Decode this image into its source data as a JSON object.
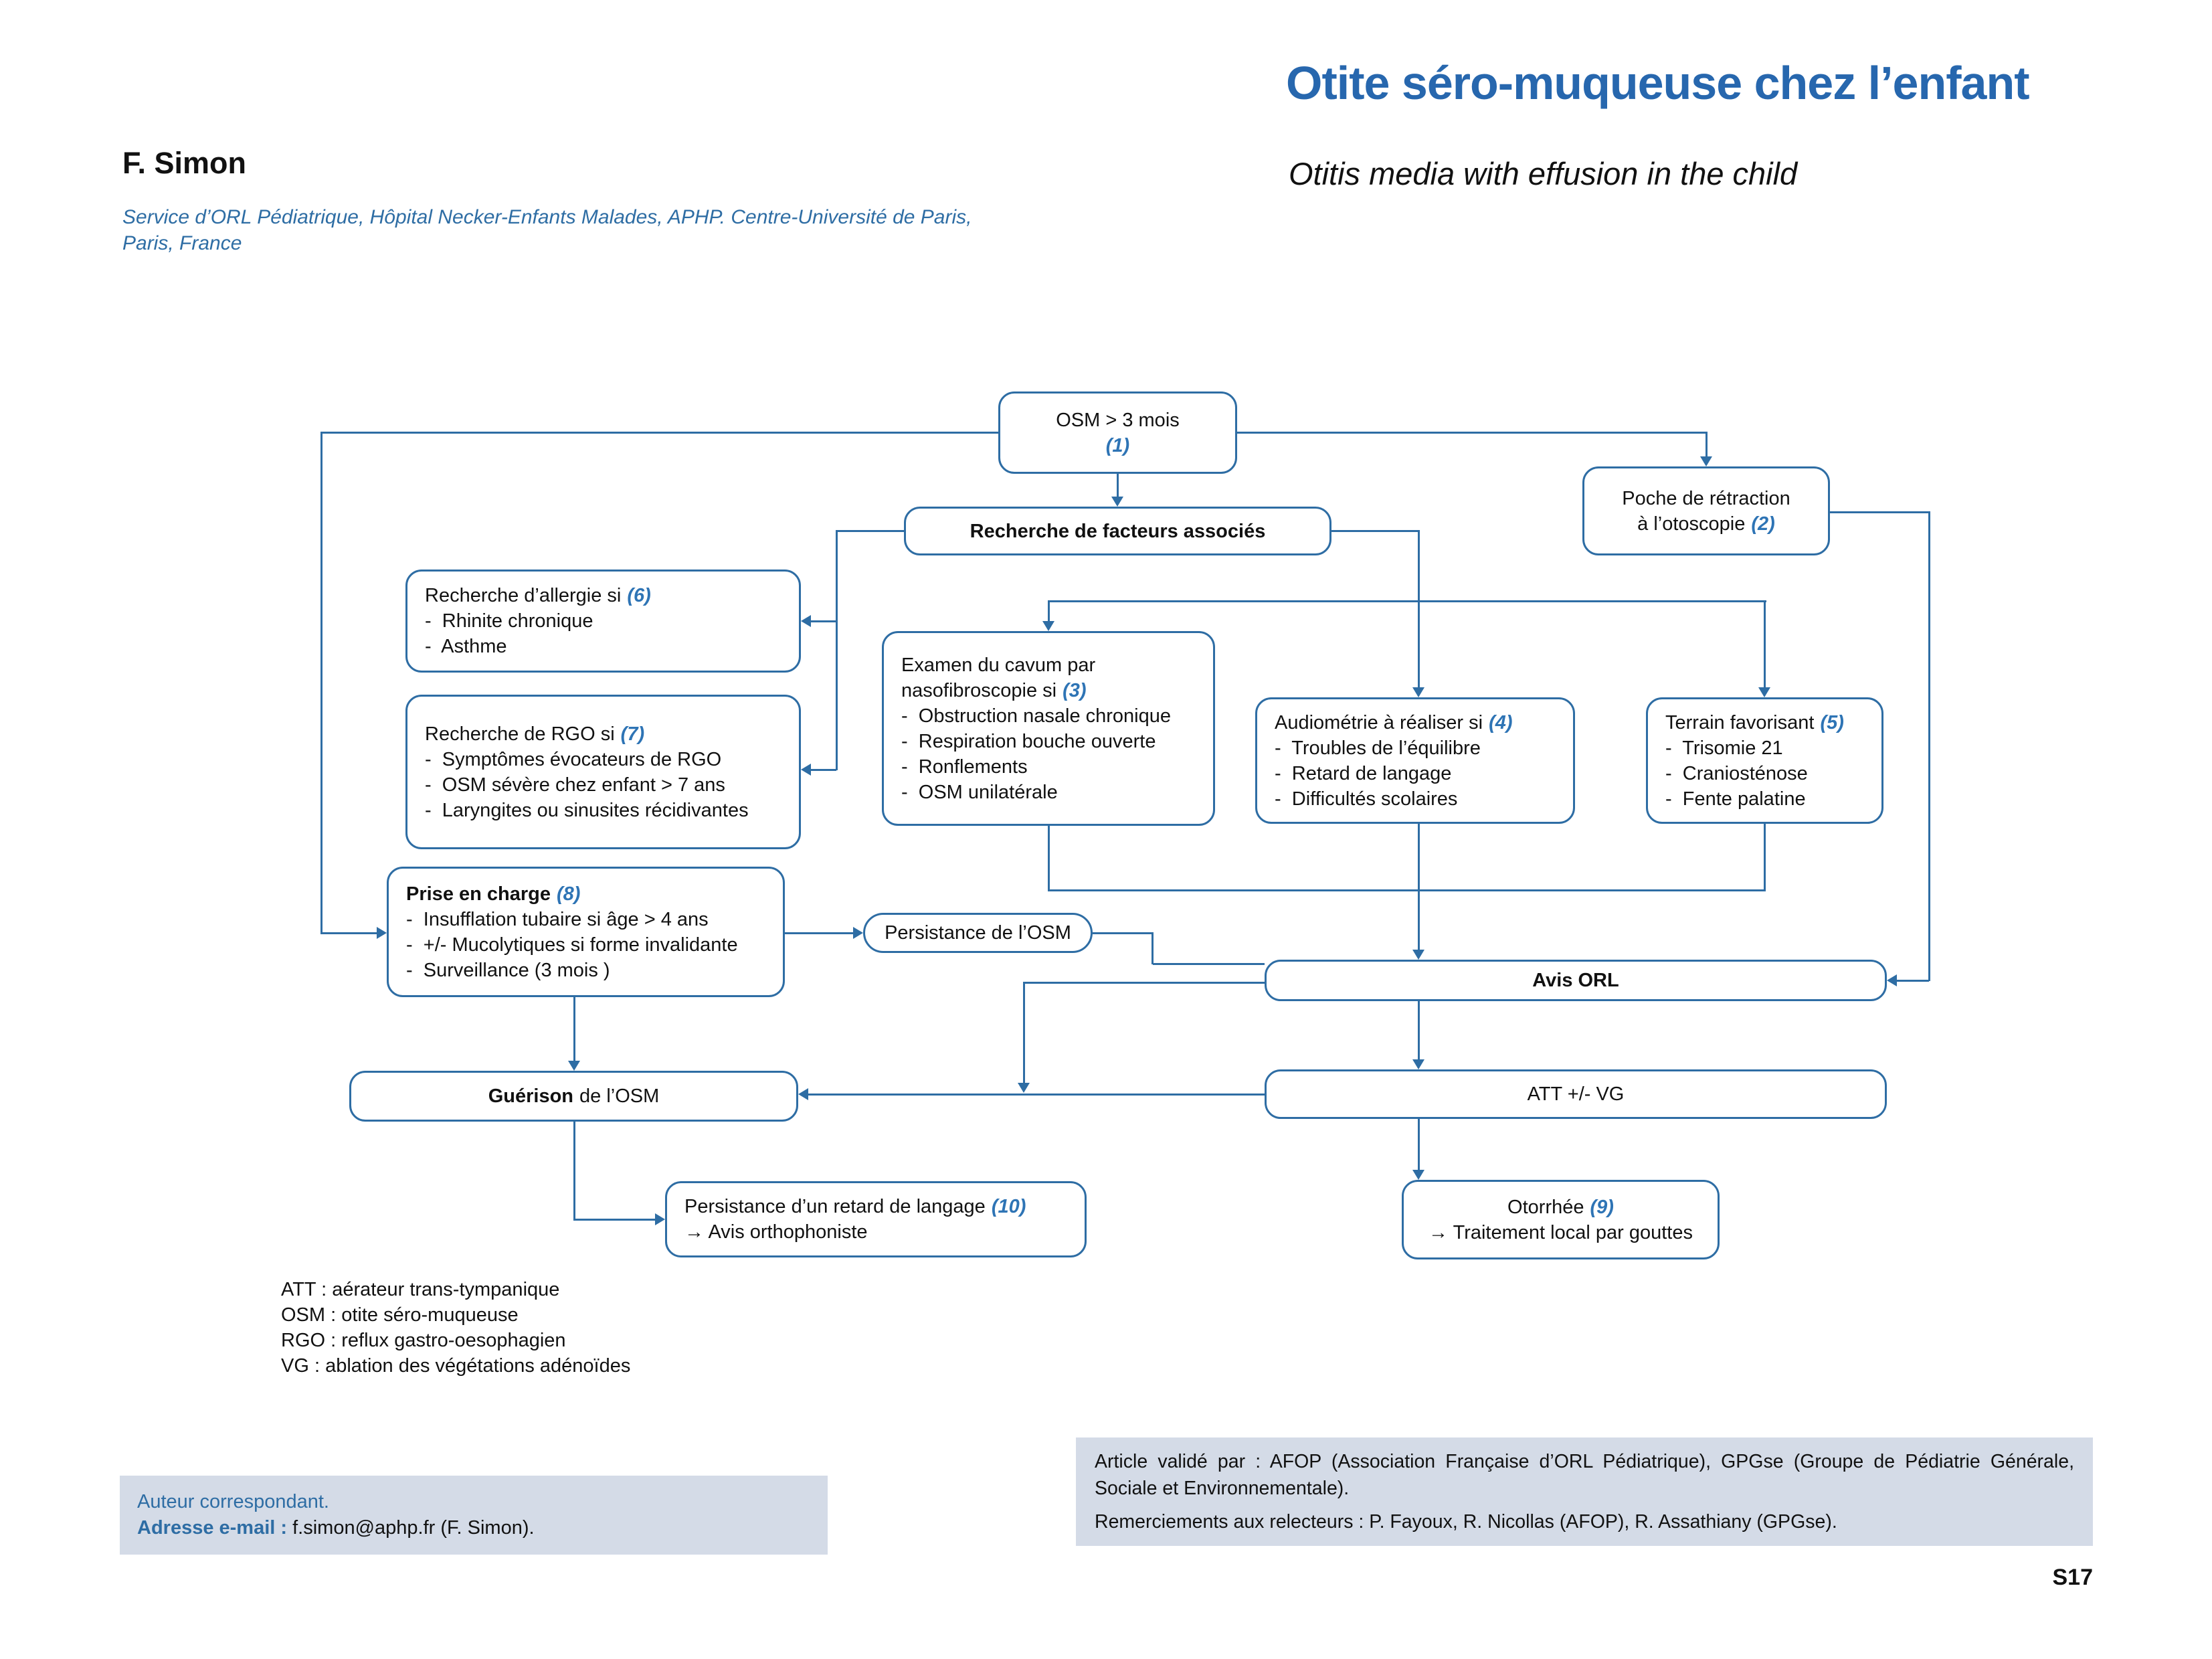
{
  "colors": {
    "accent": "#2e6da4",
    "title": "#2767ae",
    "note": "#2e74b5",
    "footer_bg": "#d4dbe7",
    "text": "#111111"
  },
  "header": {
    "title_fr": "Otite séro-muqueuse chez l’enfant",
    "title_en": "Otitis media with effusion in the child",
    "author": "F. Simon",
    "affiliation_line1": "Service d’ORL Pédiatrique, Hôpital Necker-Enfants Malades, APHP. Centre-Université de Paris,",
    "affiliation_line2": "Paris, France"
  },
  "flowchart": {
    "osm3": {
      "line1": "OSM > 3 mois",
      "note": "(1)"
    },
    "facteurs": {
      "title": "Recherche de facteurs associés"
    },
    "poche": {
      "line1": "Poche de rétraction",
      "line2": "à l’otoscopie",
      "note": "(2)"
    },
    "allergie": {
      "title": "Recherche d’allergie si",
      "note": "(6)",
      "items": [
        "-  Rhinite chronique",
        "-  Asthme"
      ]
    },
    "rgo": {
      "title": "Recherche de RGO si",
      "note": "(7)",
      "items": [
        "-  Symptômes évocateurs de RGO",
        "-  OSM sévère chez enfant > 7 ans",
        "-  Laryngites ou sinusites récidivantes"
      ]
    },
    "examen": {
      "title_line1": "Examen du cavum par",
      "title_line2": "nasofibroscopie si",
      "note": "(3)",
      "items": [
        "-  Obstruction nasale chronique",
        "-  Respiration bouche ouverte",
        "-  Ronflements",
        "-  OSM unilatérale"
      ]
    },
    "audio": {
      "title": "Audiométrie à réaliser si",
      "note": "(4)",
      "items": [
        "-  Troubles de l’équilibre",
        "-  Retard de langage",
        "-  Difficultés scolaires"
      ]
    },
    "terrain": {
      "title": "Terrain favorisant",
      "note": "(5)",
      "items": [
        "-  Trisomie 21",
        "-  Craniosténose",
        "-  Fente palatine"
      ]
    },
    "prise": {
      "title": "Prise en charge",
      "note": "(8)",
      "items": [
        "-  Insufflation tubaire si âge > 4 ans",
        "-  +/- Mucolytiques si forme invalidante",
        "-  Surveillance (3 mois )"
      ]
    },
    "persistance_osm": {
      "label": "Persistance de l’OSM"
    },
    "avis_orl": {
      "label": "Avis ORL"
    },
    "guerison": {
      "bold": "Guérison",
      "rest": "de l’OSM"
    },
    "att": {
      "label": "ATT +/- VG"
    },
    "retard": {
      "line1": "Persistance d’un retard de langage",
      "note": "(10)",
      "line2": "→ Avis orthophoniste"
    },
    "otorrhee": {
      "line1": "Otorrhée",
      "note": "(9)",
      "line2": "→ Traitement local par gouttes"
    }
  },
  "abbreviations": [
    "ATT : aérateur trans-tympanique",
    "OSM : otite séro-muqueuse",
    "RGO : reflux gastro-oesophagien",
    "VG : ablation des végétations adénoïdes"
  ],
  "footer": {
    "correspondent_label": "Auteur correspondant.",
    "email_label": "Adresse e-mail :",
    "email_value": " f.simon@aphp.fr (F. Simon).",
    "validation_line": "Article validé par : AFOP (Association Française d’ORL Pédiatrique), GPGse (Groupe de Pédiatrie Générale, Sociale et Environnementale).",
    "thanks_line": "Remerciements aux relecteurs : P. Fayoux, R. Nicollas (AFOP), R. Assathiany (GPGse)."
  },
  "page": {
    "number": "S17"
  }
}
